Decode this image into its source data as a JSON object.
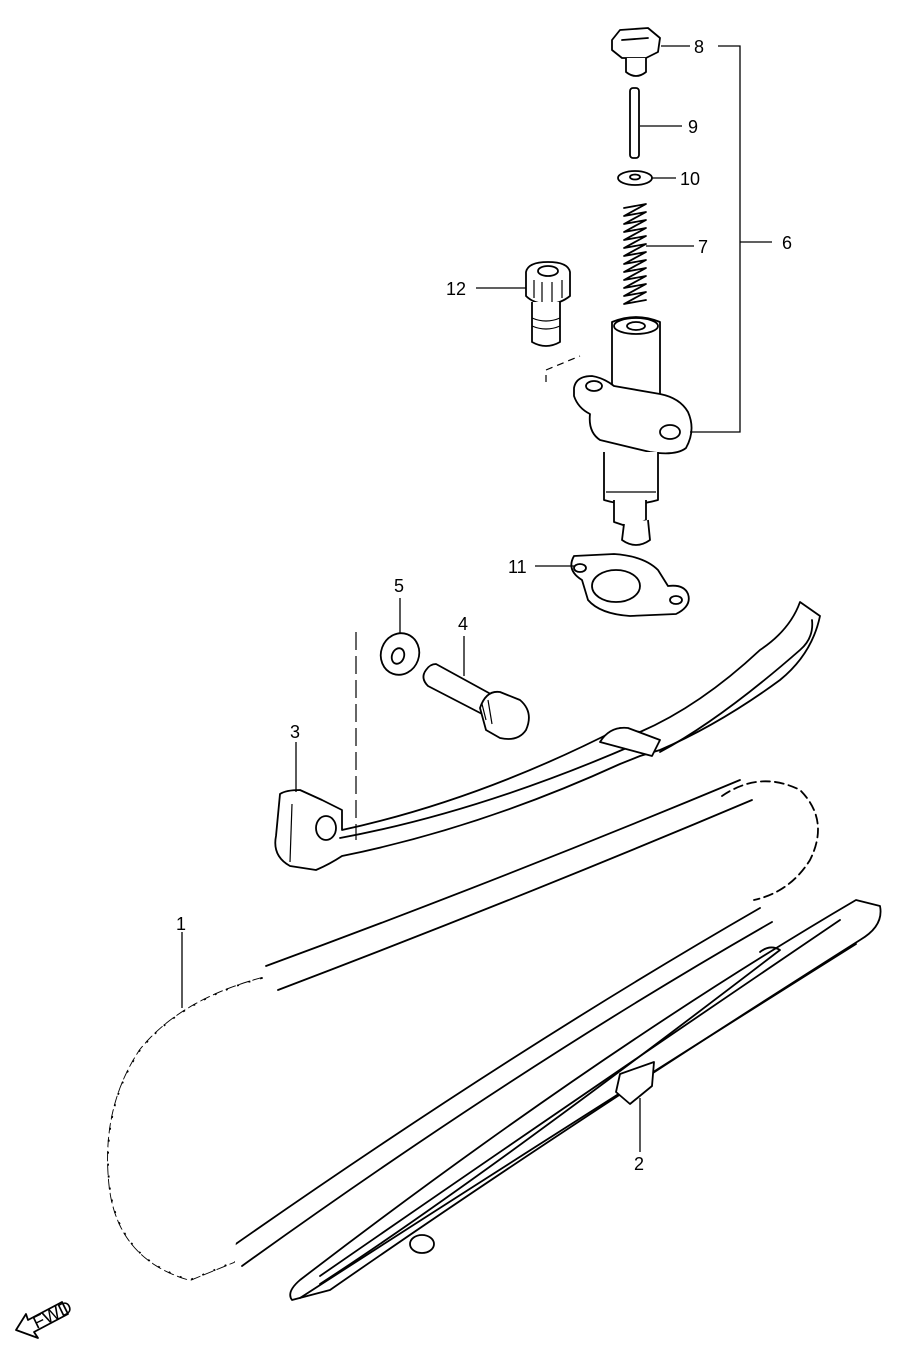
{
  "diagram": {
    "callouts": {
      "p1": "1",
      "p2": "2",
      "p3": "3",
      "p4": "4",
      "p5": "5",
      "p6": "6",
      "p7": "7",
      "p8": "8",
      "p9": "9",
      "p10": "10",
      "p11": "11",
      "p12": "12"
    },
    "direction_badge": "FWD"
  }
}
